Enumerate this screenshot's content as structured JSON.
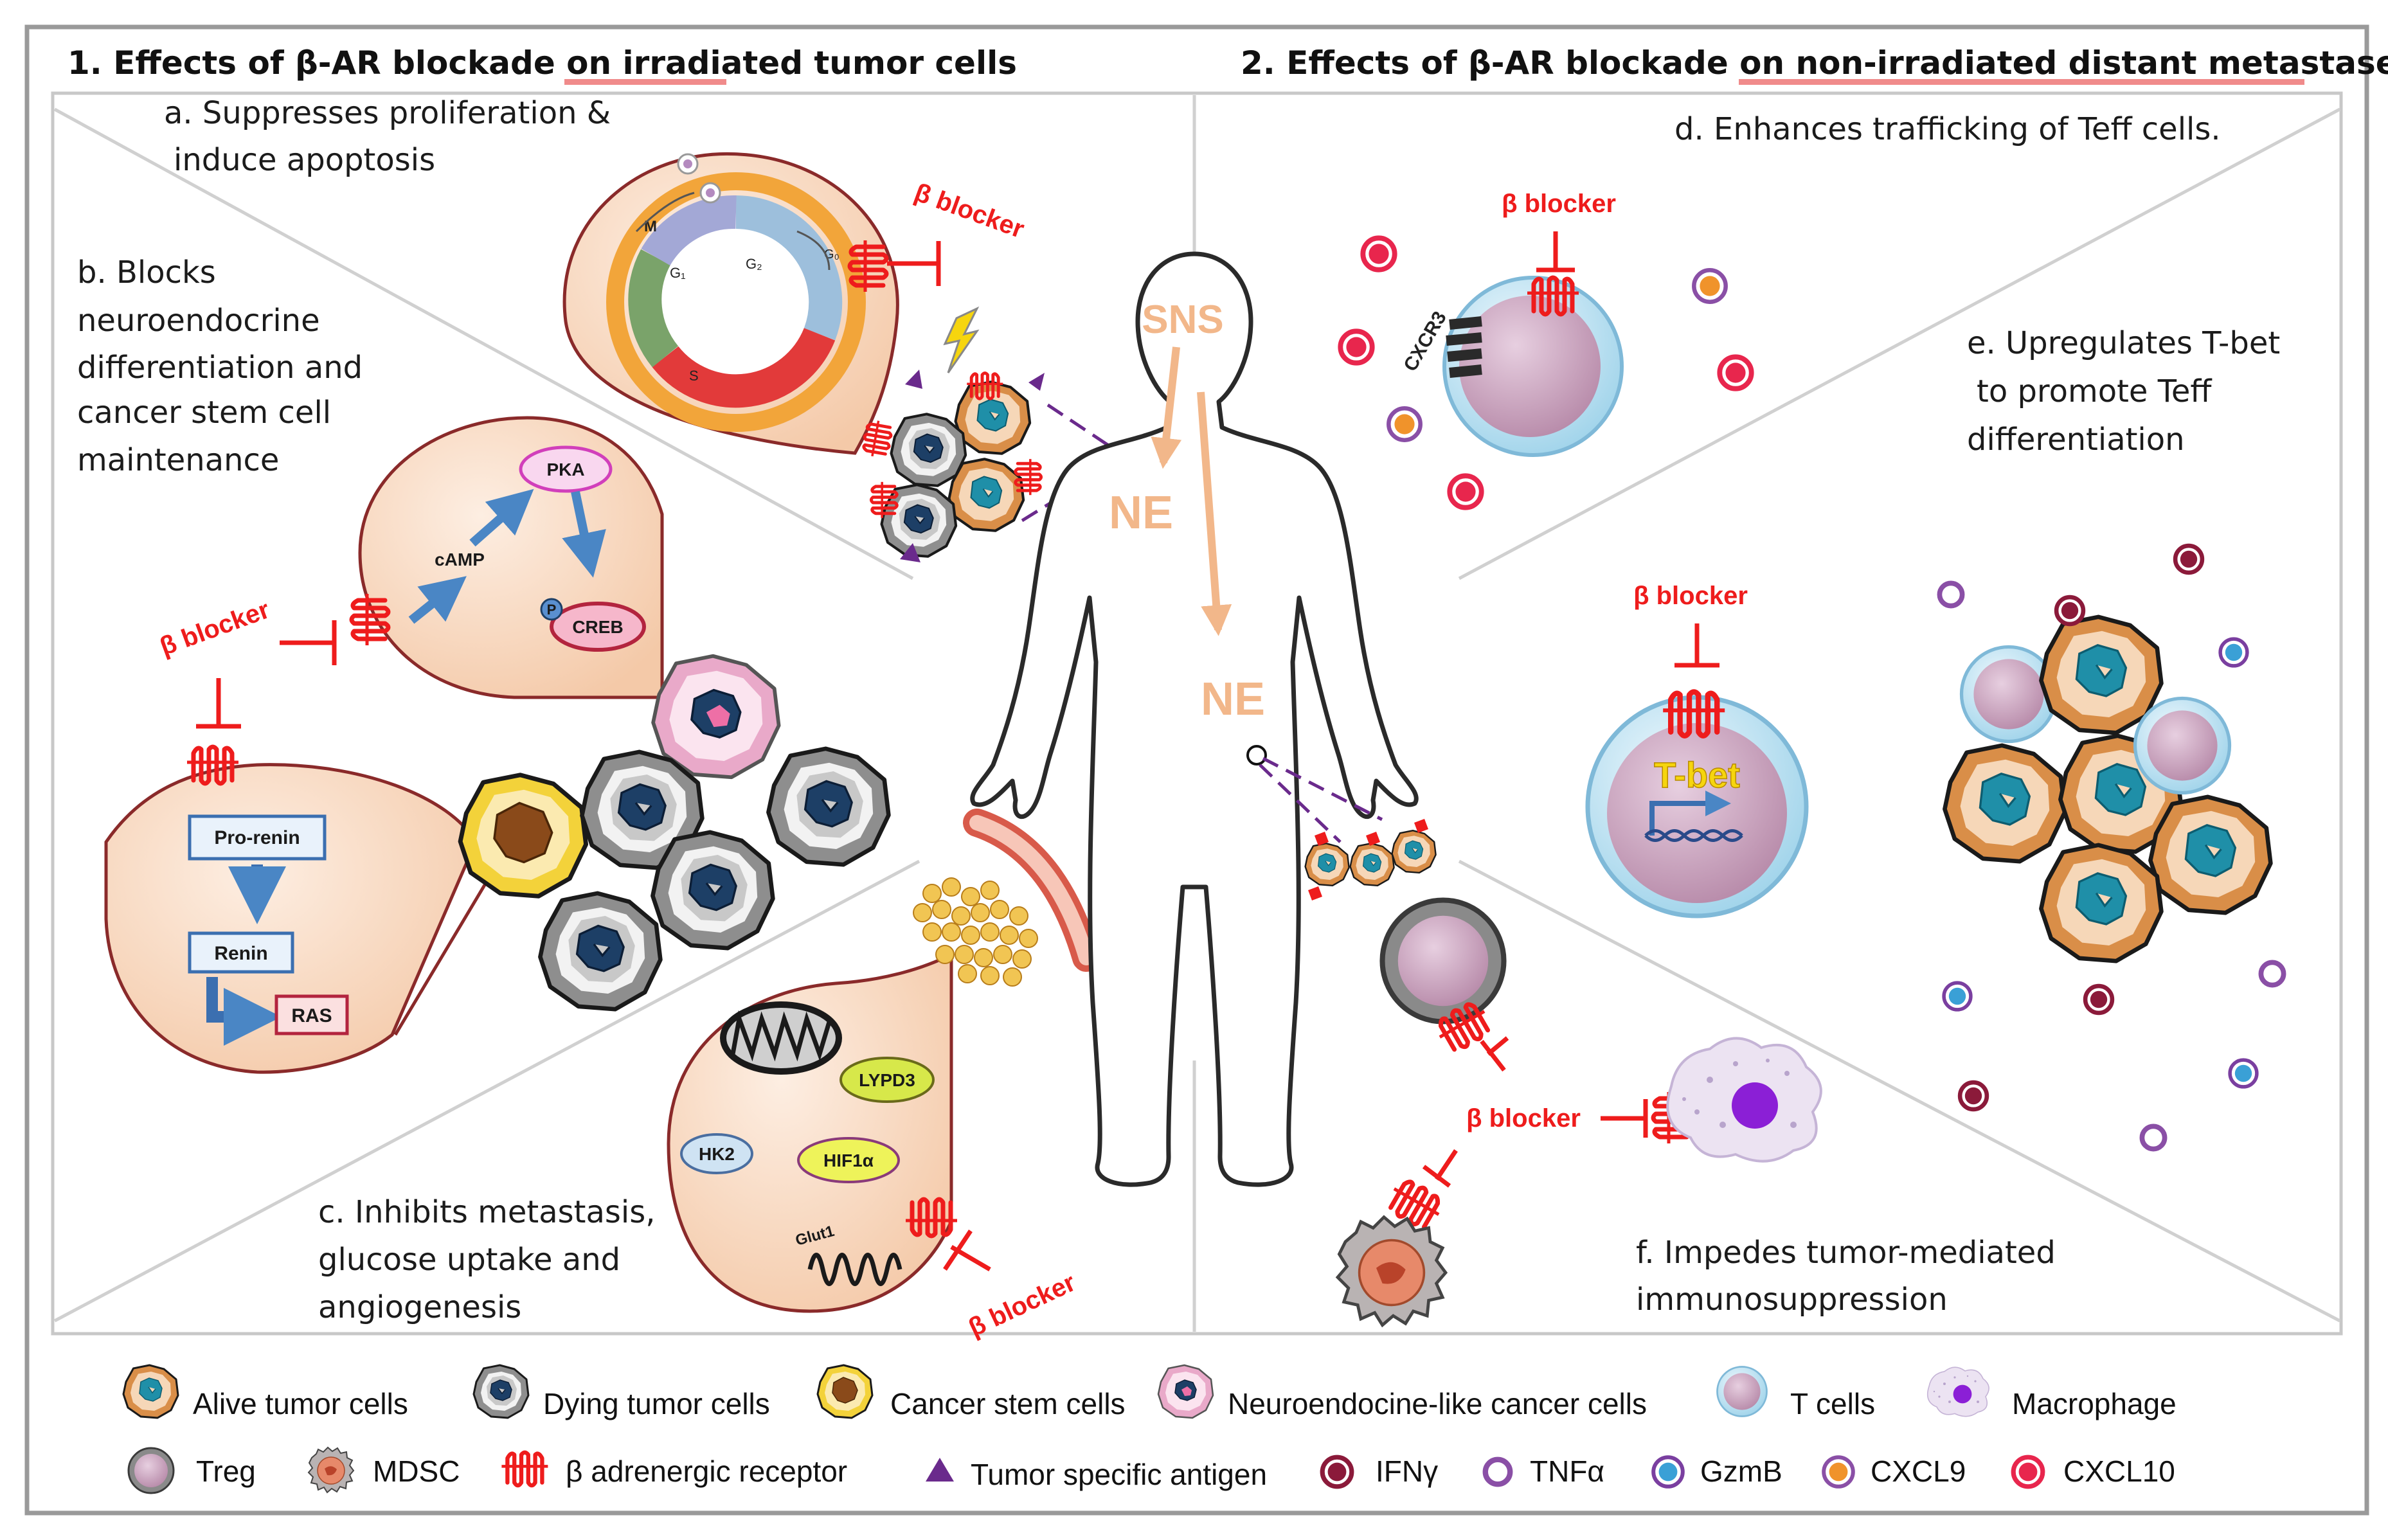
{
  "headers": {
    "left_prefix": "1. Effects of β-AR blockade on ",
    "left_highlight": "irradiated",
    "left_suffix": " tumor cells",
    "right_prefix": "2. Effects of β-AR blockade on ",
    "right_highlight": "non-irradiated distant metastases"
  },
  "panels": {
    "a": [
      "a. Suppresses proliferation &",
      "induce apoptosis"
    ],
    "b": [
      "b. Blocks",
      "neuroendocrine",
      "differentiation and",
      "cancer stem cell",
      "maintenance"
    ],
    "c": [
      "c. Inhibits metastasis,",
      "glucose uptake and",
      "angiogenesis"
    ],
    "d": [
      "d. Enhances trafficking of Teff cells."
    ],
    "e": [
      "e. Upregulates T-bet",
      "to promote Teff",
      "differentiation"
    ],
    "f": [
      "f. Impedes tumor-mediated",
      "immunosuppression"
    ]
  },
  "labels": {
    "beta_blocker": "β blocker",
    "sns": "SNS",
    "ne": "NE",
    "pka": "PKA",
    "camp": "cAMP",
    "p": "P",
    "creb": "CREB",
    "pro_renin": "Pro-renin",
    "renin": "Renin",
    "ras": "RAS",
    "lypd3": "LYPD3",
    "hk2": "HK2",
    "hif1a": "HIF1α",
    "glut1": "Glut1",
    "cxcr3": "CXCR3",
    "tbet": "T-bet",
    "cycle_m": "M",
    "cycle_g1": "G₁",
    "cycle_g2": "G₂",
    "cycle_s": "S",
    "cycle_g0": "G₀"
  },
  "legend": {
    "row1": [
      "Alive tumor cells",
      "Dying tumor cells",
      "Cancer stem cells",
      "Neuroendocine-like cancer cells",
      "T cells",
      "Macrophage"
    ],
    "row2": [
      "Treg",
      "MDSC",
      "β adrenergic receptor",
      "Tumor specific antigen",
      "IFNγ",
      "TNFα",
      "GzmB",
      "CXCL9",
      "CXCL10"
    ]
  },
  "colors": {
    "beta_blocker": "#ee1c1c",
    "sns": "#f2b78a",
    "ifn": "#8b1a3a",
    "tnf": "#8a4fa6",
    "gzmb": "#3aa0d6",
    "cxcl9": "#f0932b",
    "cxcl10": "#e8264d",
    "tumor_orange": "#d98e48",
    "tumor_nucleus": "#1f8fa8",
    "tcell": "#c59ab8",
    "panel_fill": "#fbe2cd"
  }
}
